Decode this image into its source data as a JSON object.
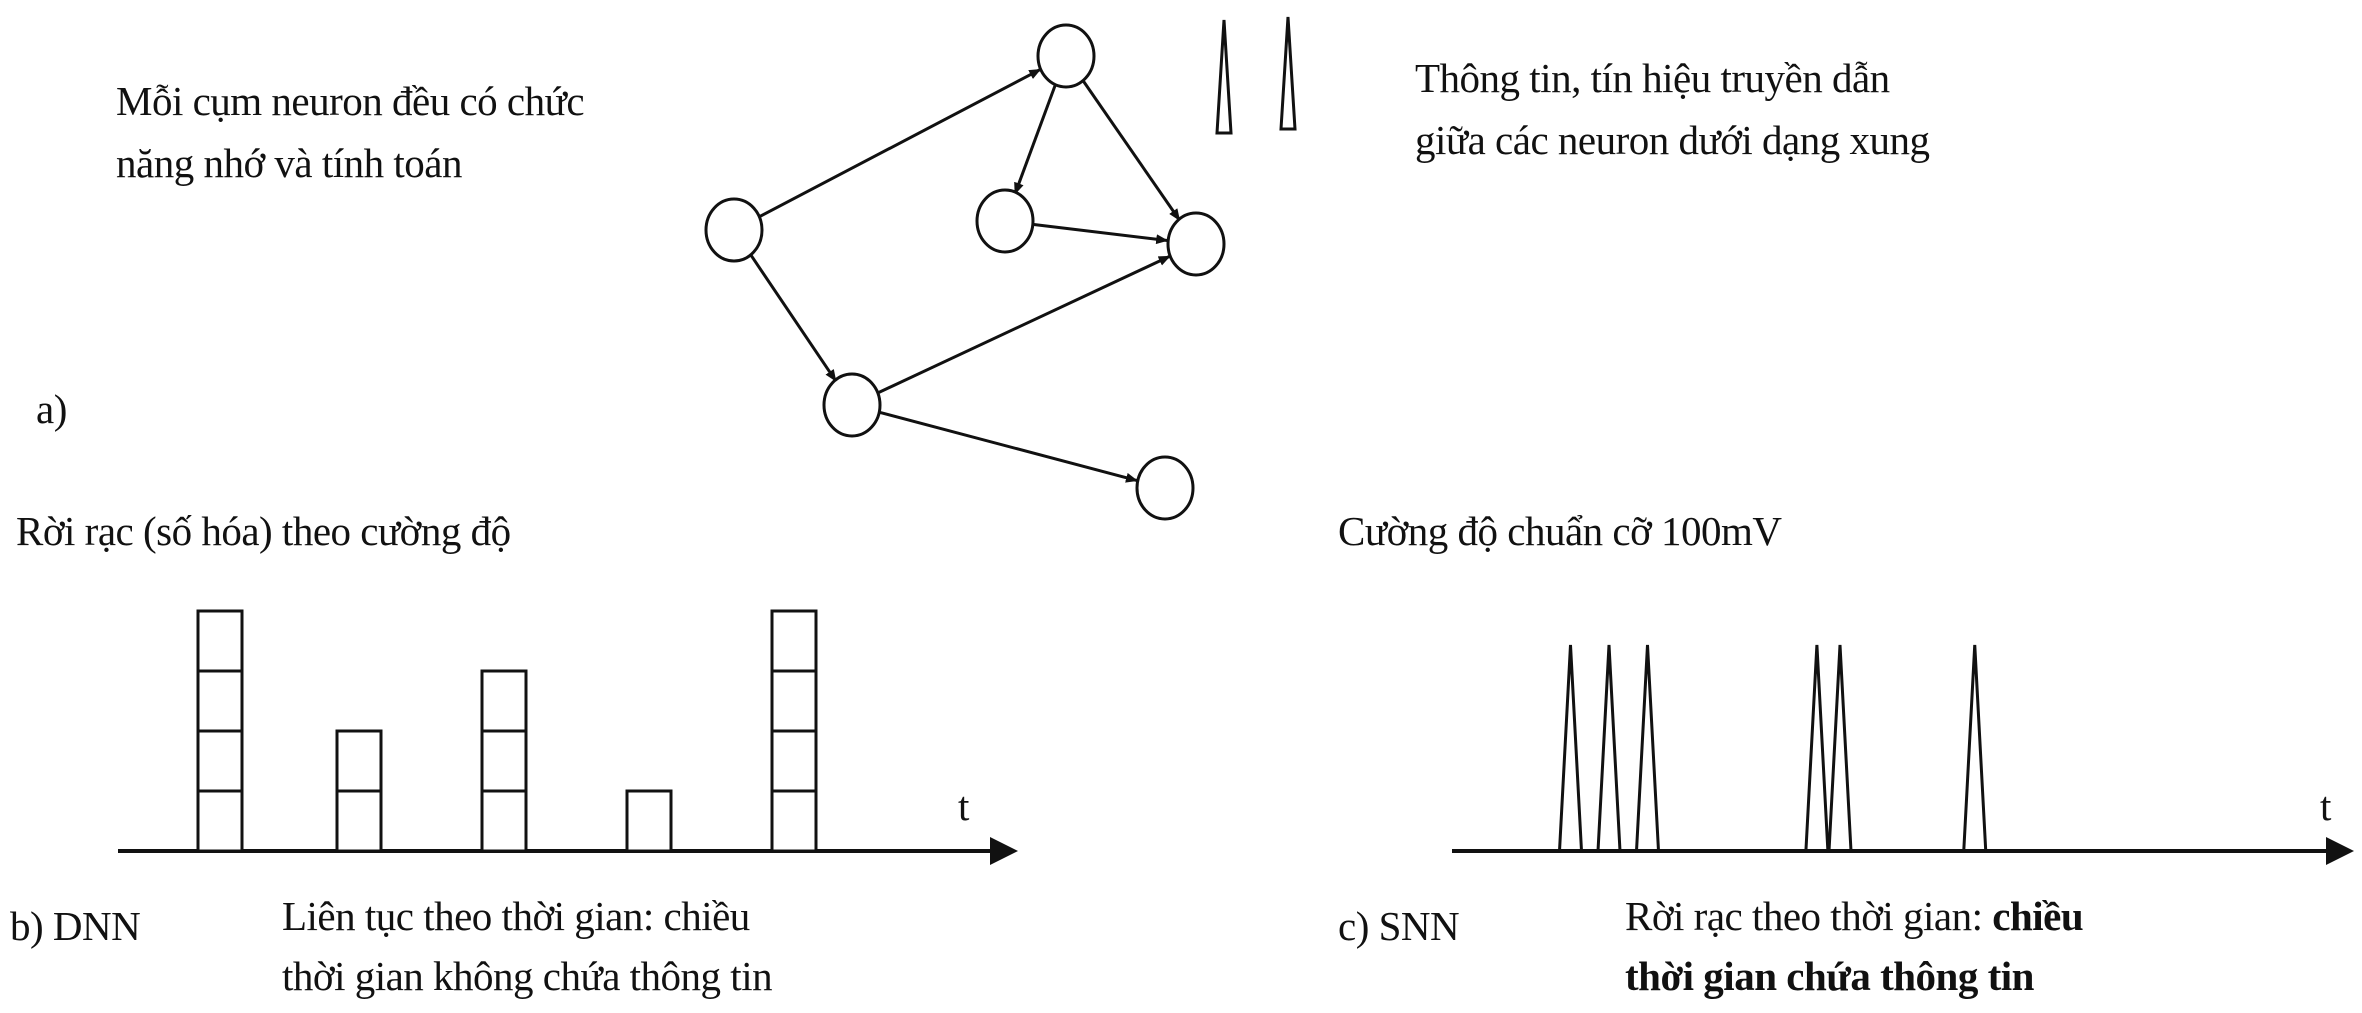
{
  "panel_a": {
    "label": "a)",
    "left_caption": [
      "Mỗi cụm neuron đều có chức",
      "năng nhớ và tính toán"
    ],
    "right_caption": [
      "Thông tin, tín hiệu truyền dẫn",
      "giữa các neuron dưới dạng xung"
    ],
    "network": {
      "nodes": [
        "n1",
        "n2",
        "n3",
        "n4",
        "n5",
        "n6"
      ],
      "edges": [
        [
          "n1",
          "n2"
        ],
        [
          "n1",
          "n5"
        ],
        [
          "n2",
          "n3"
        ],
        [
          "n2",
          "n4"
        ],
        [
          "n3",
          "n4"
        ],
        [
          "n5",
          "n4"
        ],
        [
          "n5",
          "n6"
        ]
      ]
    },
    "pulse_icons": 2
  },
  "panel_b": {
    "label": "b) DNN",
    "top_caption": "Rời rạc (số hóa) theo cường độ",
    "bottom_caption": [
      "Liên tục theo thời gian: chiều",
      "thời gian không chứa thông tin"
    ],
    "axis_label": "t",
    "bar_levels": [
      4,
      2,
      3,
      1,
      4
    ]
  },
  "panel_c": {
    "label": "c) SNN",
    "top_caption": "Cường độ chuẩn cỡ 100mV",
    "bottom_caption_regular": "Rời rạc theo thời gian: ",
    "bottom_caption_bold_1": "chiều",
    "bottom_caption_bold_2": "thời gian chứa thông tin",
    "axis_label": "t",
    "spike_times": [
      1.0,
      2.0,
      3.0,
      7.4,
      8.0,
      11.5
    ]
  },
  "colors": {
    "ink": "#111111",
    "background": "#ffffff"
  }
}
